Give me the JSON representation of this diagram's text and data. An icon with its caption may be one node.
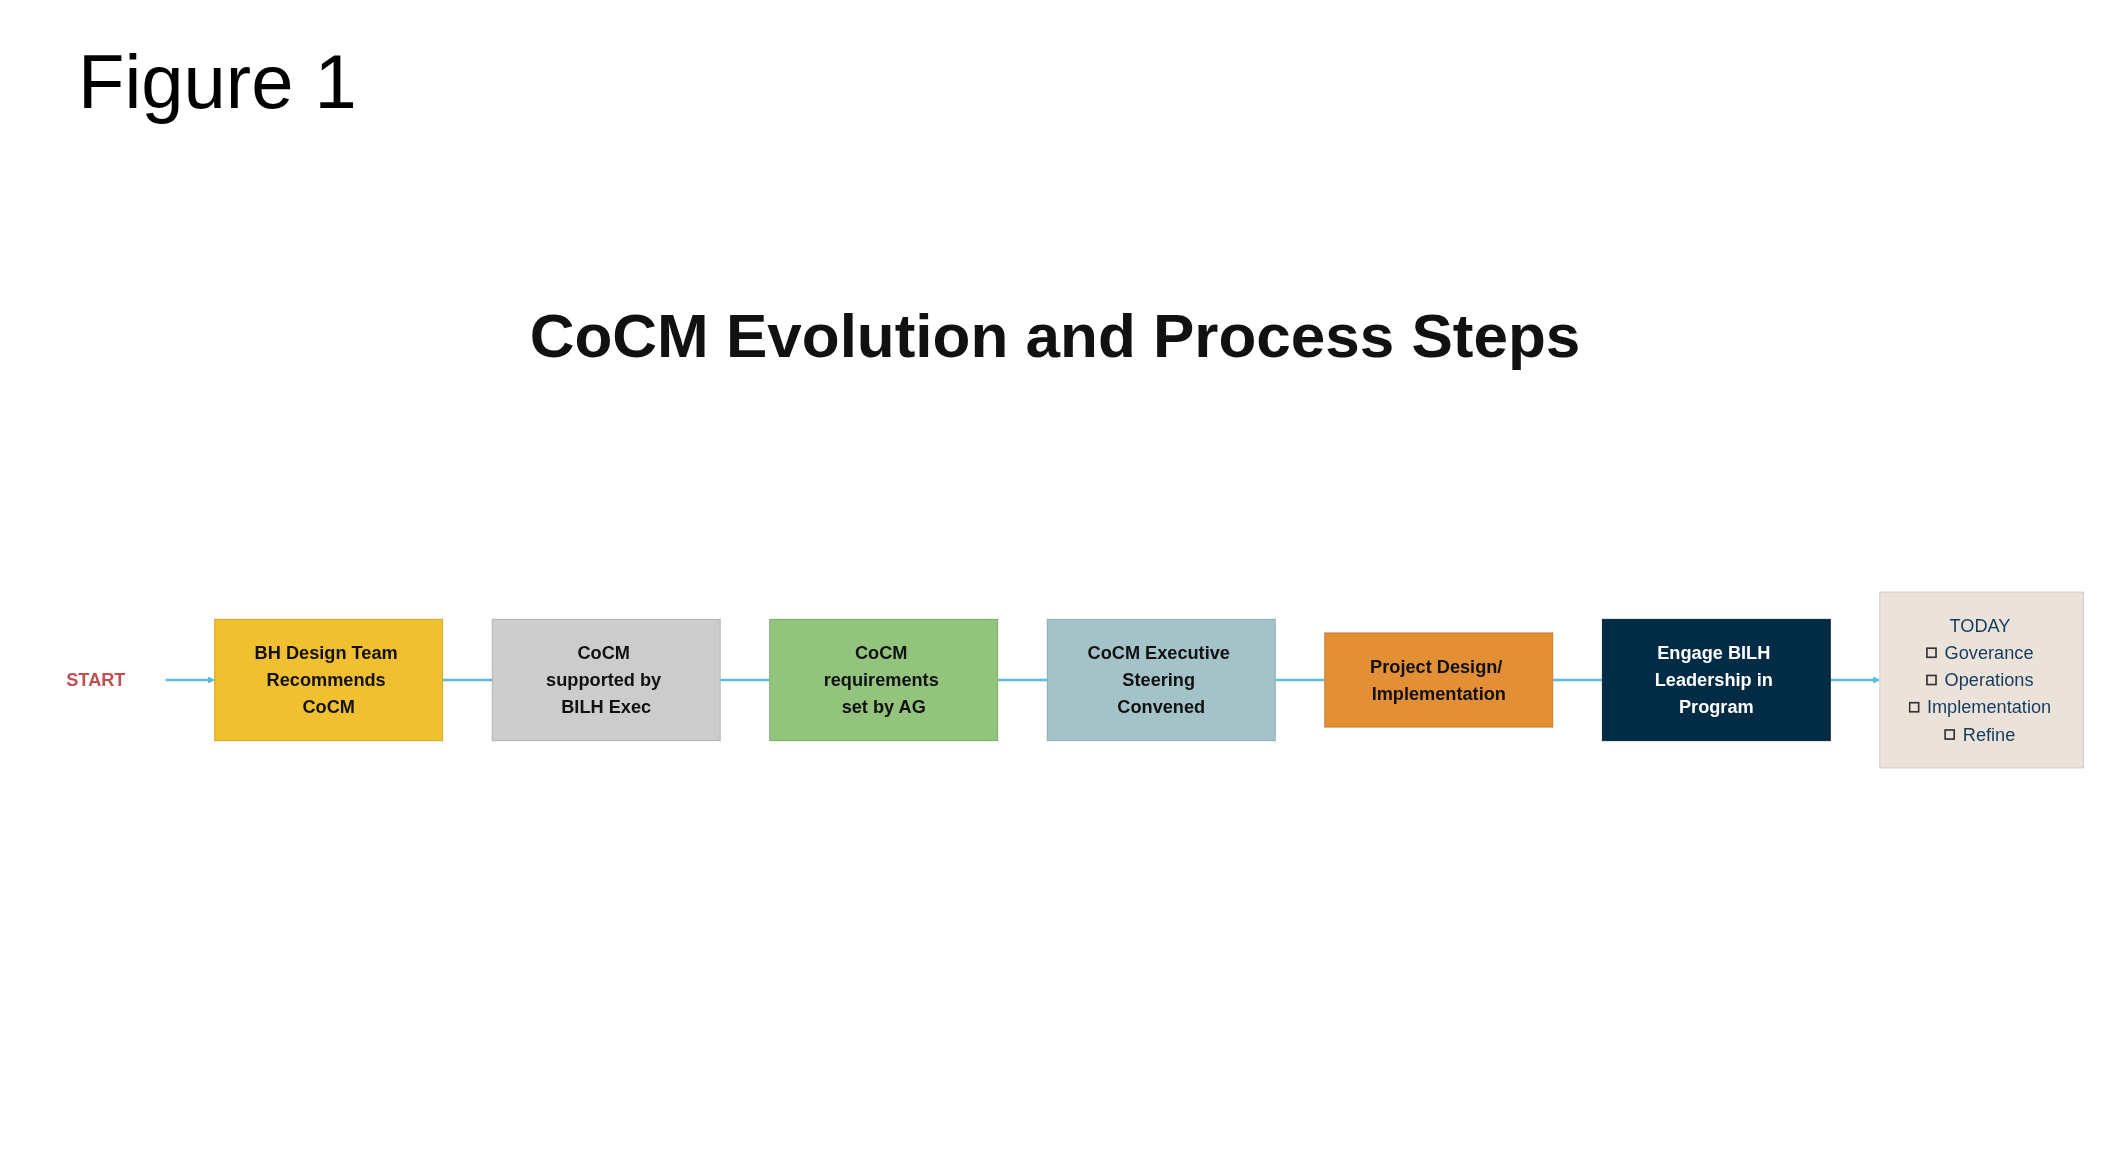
{
  "diagram": {
    "title": "Figure 1",
    "nodes": [
      {
        "text": [
          "Project Design/ Implementation"
        ]
      },
      {
        "text": [
          "Engage BILH Leadership in Program"
        ]
      },
      {
        "text": [
          "TODAY",
          "Goverance",
          "Operations",
          "Implementation",
          "Refine"
        ]
      },
      {
        "text": [
          "CoCM Executive Steering Convened"
        ]
      },
      {
        "text": [
          "CoCM requirements set by AG"
        ]
      },
      {
        "text": [
          "CoCM supported by BILH Exec"
        ]
      },
      {
        "text": [
          "BH Design Team Recommends CoCM"
        ]
      },
      {
        "text": [
          "START"
        ]
      }
    ],
    "edges": [
      {
        "from": 7,
        "to": 6,
        "arrow": "to"
      },
      {
        "from": 6,
        "to": 5,
        "arrow": "none"
      },
      {
        "from": 5,
        "to": 4,
        "arrow": "none"
      },
      {
        "from": 4,
        "to": 3,
        "arrow": "none"
      },
      {
        "from": 3,
        "to": 0,
        "arrow": "none"
      },
      {
        "from": 0,
        "to": 1,
        "arrow": "none"
      },
      {
        "from": 1,
        "to": 2,
        "arrow": "to"
      }
    ],
    "labels": [
      "CoCM Evolution and Process Steps"
    ]
  }
}
